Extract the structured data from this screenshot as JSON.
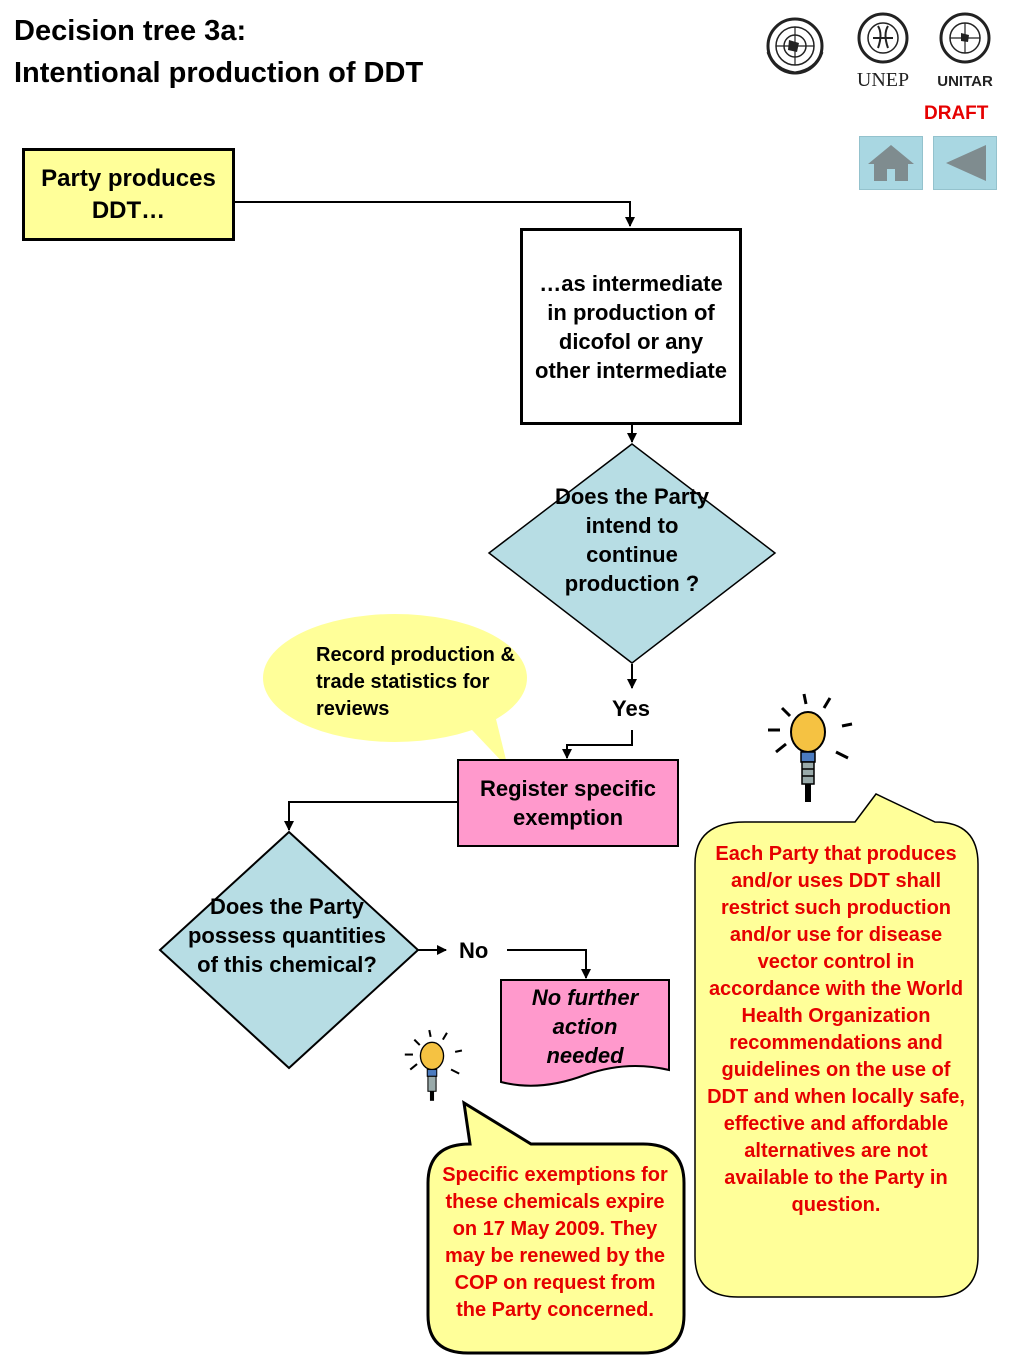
{
  "header": {
    "title_line1": "Decision tree 3a:",
    "title_line2": "Intentional production of DDT",
    "draft_label": "DRAFT",
    "logos": [
      {
        "name": "un-emblem",
        "caption": ""
      },
      {
        "name": "unep-logo",
        "caption": "UNEP"
      },
      {
        "name": "unitar-logo",
        "caption": "UNITAR"
      }
    ]
  },
  "nav": {
    "home_icon": "home-icon",
    "back_icon": "back-arrow-icon"
  },
  "flow": {
    "start": "Party produces DDT…",
    "intermediate": "…as intermediate in production of dicofol or any other intermediate",
    "question_continue": "Does the Party intend to continue production ?",
    "yes_label": "Yes",
    "register": "Register specific exemption",
    "question_possess": "Does the Party possess quantities of this chemical?",
    "no_label": "No",
    "no_action": "No further action needed"
  },
  "callouts": {
    "record": "Record production & trade statistics for reviews",
    "who_note": "Each Party that produces and/or uses DDT shall restrict such production and/or use for disease vector control in accordance with the World Health Organization recommendations and guidelines on the use of DDT and when locally safe, effective and affordable alternatives are not available to the Party in question.",
    "expiry_note": "Specific exemptions for these chemicals expire on 17 May 2009. They may be renewed by the COP on request from  the Party concerned."
  },
  "colors": {
    "yellow_box": "#ffff99",
    "diamond": "#b7dde4",
    "pink": "#ff99cc",
    "callout_yellow": "#ffff99",
    "red_text": "#e60000",
    "nav_button": "#a9d7e2"
  }
}
